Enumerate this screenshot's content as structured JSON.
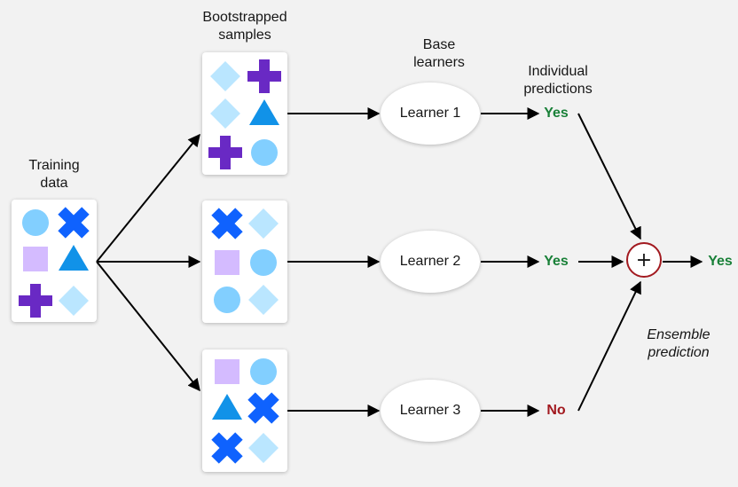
{
  "labels": {
    "training_data": "Training\ndata",
    "bootstrapped_samples": "Bootstrapped\nsamples",
    "base_learners": "Base\nlearners",
    "individual_predictions": "Individual\npredictions",
    "ensemble_prediction": "Ensemble\nprediction"
  },
  "learners": [
    "Learner 1",
    "Learner 2",
    "Learner 3"
  ],
  "predictions": [
    "Yes",
    "Yes",
    "No"
  ],
  "combiner_symbol": "+",
  "final_prediction": "Yes",
  "colors": {
    "light_blue": "#82cfff",
    "pale_blue": "#bae6ff",
    "blue": "#0f62fe",
    "mid_blue": "#1192e8",
    "purple": "#6929c4",
    "lavender": "#d4bbff",
    "yes_green": "#198038",
    "no_red": "#a2191f"
  }
}
